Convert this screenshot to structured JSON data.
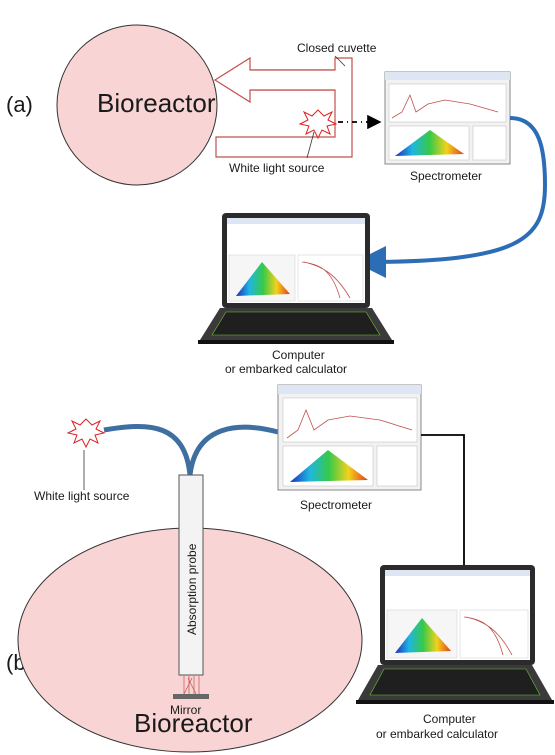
{
  "panel_a": {
    "label": "(a)",
    "bioreactor": "Bioreactor",
    "cuvette": "Closed cuvette",
    "light": "White light source",
    "spectrometer": "Spectrometer",
    "computer_line1": "Computer",
    "computer_line2": "or embarked calculator"
  },
  "panel_b": {
    "label": "(b)",
    "light": "White light source",
    "probe": "Absorption probe",
    "mirror": "Mirror",
    "spectrometer": "Spectrometer",
    "bioreactor": "Bioreactor",
    "computer_line1": "Computer",
    "computer_line2": "or embarked calculator"
  },
  "colors": {
    "bioreactor_fill": "#f9d4d4",
    "cable_blue": "#2c6db6",
    "fiber": "#3f6ea0",
    "laptop_body": "#2b2b2b",
    "keyboard_glow": "#6fbf3c"
  }
}
